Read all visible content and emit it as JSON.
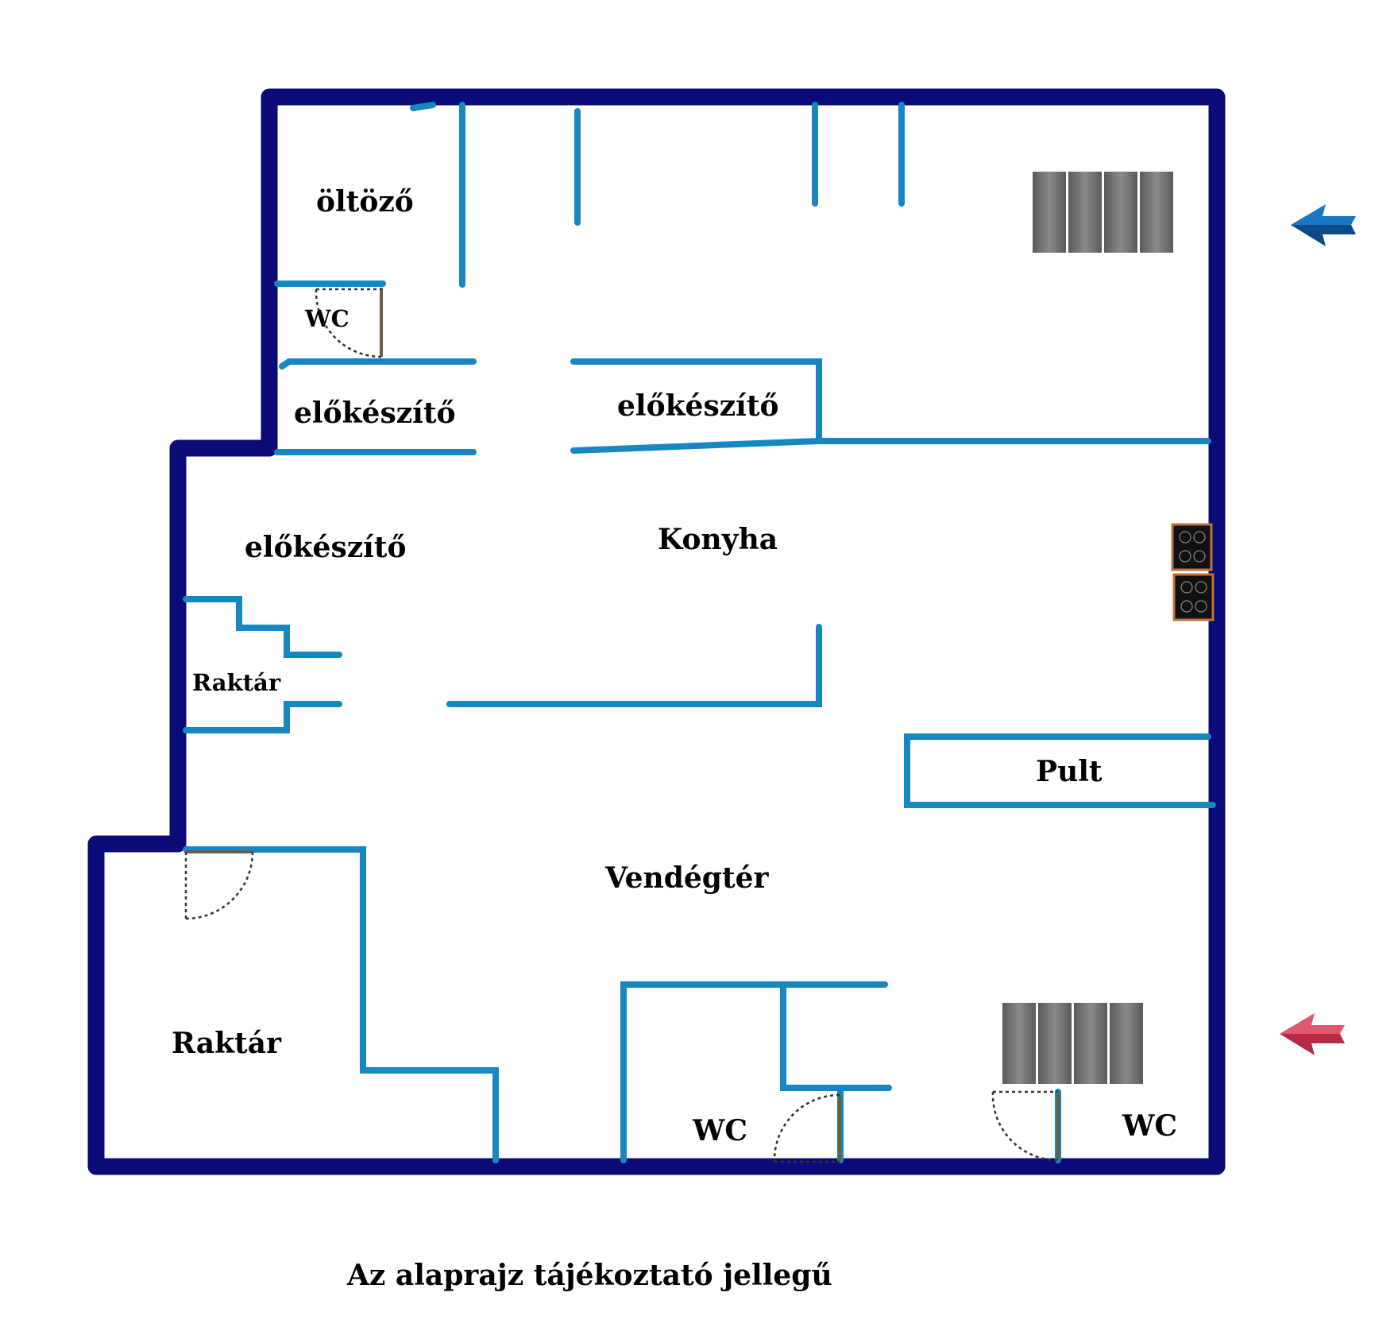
{
  "rooms": {
    "oltozo": "öltöző",
    "wc_top": "WC",
    "elokeszito_1": "előkészítő",
    "elokeszito_2": "előkészítő",
    "elokeszito_3": "előkészítő",
    "konyha": "Konyha",
    "raktar_small": "Raktár",
    "pult": "Pult",
    "vendegter": "Vendégtér",
    "raktar_large": "Raktár",
    "wc_bottom_left": "WC",
    "wc_bottom_right": "WC"
  },
  "note": "Az alaprajz tájékoztató jellegű",
  "colors": {
    "outer_wall": "#0a0a78",
    "inner_wall": "#1787c4",
    "door": "#6b5e48",
    "stairs": "#7a7a7a",
    "stove": "#111111",
    "stove_border": "#c0703a",
    "arrow_blue": "#1a78c2",
    "arrow_red": "#c8304c"
  },
  "icons": {
    "entrance_blue": "arrow-left-icon",
    "entrance_red": "arrow-left-icon",
    "stairs": "stairs-icon",
    "stove": "stove-icon"
  }
}
